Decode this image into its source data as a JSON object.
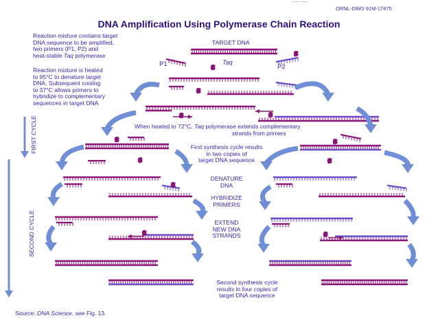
{
  "header": {
    "doc_id": "ORNL-DWG 91M-17475",
    "top_scribble": "~~~ ~~",
    "title": "DNA Amplification Using Polymerase Chain Reaction"
  },
  "colors": {
    "text": "#3b1fa8",
    "strand_dark": "#8a1678",
    "strand_light": "#6a4cc8",
    "arrow": "#6f8ed6",
    "axis": "#6f8ed6"
  },
  "left_notes": {
    "reaction_mixture": [
      "Reaction mixture contains target",
      "DNA sequence to be amplified,",
      "two primers (P1, P2) and",
      "heat-stable ",
      "Taq",
      " polymerase"
    ],
    "heated": [
      "Reaction mixture is heated",
      "to 95°C to denature target",
      "DNA.  Subsequent cooling",
      "to 37°C allows primers to",
      "hybridize to complementary",
      "sequences in target DNA"
    ]
  },
  "labels": {
    "target_dna": "TARGET DNA",
    "p1": "P1",
    "p2": "P2",
    "taq": "Taq",
    "extend_note_a": "When heated to 72°C, ",
    "extend_note_taq": "Taq",
    "extend_note_b": " polymerase extends complementary",
    "extend_note_c": "strands from primers",
    "first_result": [
      "First synthesis cycle results",
      "in two copies of",
      "target DNA sequence"
    ],
    "denature": [
      "DENATURE",
      "DNA"
    ],
    "hybridize": [
      "HYBRIDIZE",
      "PRIMERS"
    ],
    "extend": [
      "EXTEND",
      "NEW DNA",
      "STRANDS"
    ],
    "second_result": [
      "Second synthesis cycle",
      "results in four copies of",
      "target DNA sequence"
    ],
    "first_cycle": "FIRST CYCLE",
    "second_cycle": "SECOND CYCLE"
  },
  "footer": {
    "source_prefix": "Source:  ",
    "source_italic": "DNA Science",
    "source_suffix": ", see Fig. 13."
  }
}
